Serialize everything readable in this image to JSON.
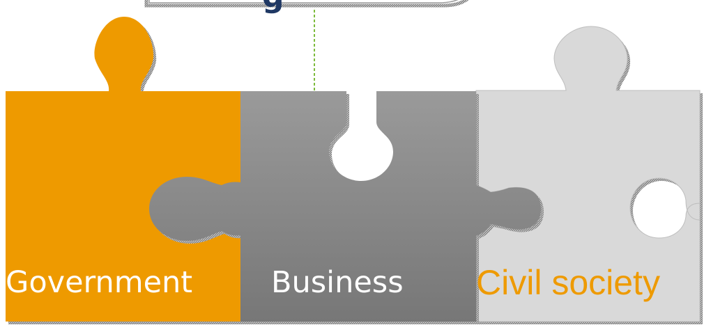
{
  "callout": {
    "visible_text": "g",
    "text_color": "#1f3864"
  },
  "pieces": [
    {
      "id": "government",
      "label": "Government",
      "fill": "#ee9a00",
      "label_color": "#ffffff"
    },
    {
      "id": "business",
      "label": "Business",
      "fill": "#858585",
      "label_color": "#ffffff"
    },
    {
      "id": "civil-society",
      "label": "Civil society",
      "fill": "#d9d9d9",
      "label_color": "#ee9a00"
    }
  ],
  "connector": {
    "color": "#7dbb3c",
    "style": "dashed"
  }
}
